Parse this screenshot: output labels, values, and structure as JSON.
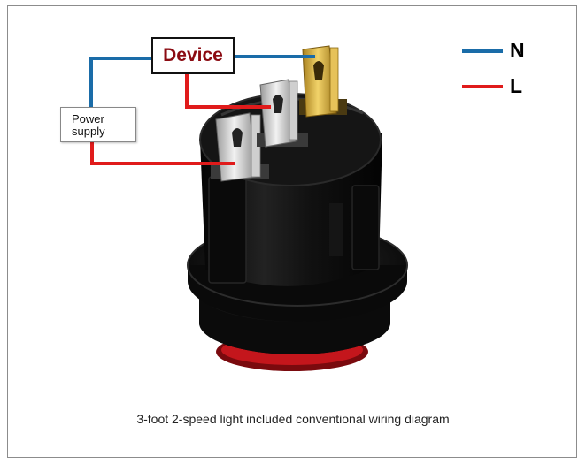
{
  "device": {
    "label": "Device"
  },
  "power_supply": {
    "label": "Power\nsupply"
  },
  "legend": [
    {
      "label": "N",
      "color": "#1a6ca8"
    },
    {
      "label": "L",
      "color": "#e01b1b"
    }
  ],
  "wire_colors": {
    "neutral": "#1a6ca8",
    "live": "#e01b1b"
  },
  "switch": {
    "body_color": "#0c0c0c",
    "terminal_neutral": "gold-terminal",
    "terminal_live": "silver-terminal",
    "lamp_color": "#c4161c"
  },
  "caption": "3-foot 2-speed light included conventional wiring diagram"
}
